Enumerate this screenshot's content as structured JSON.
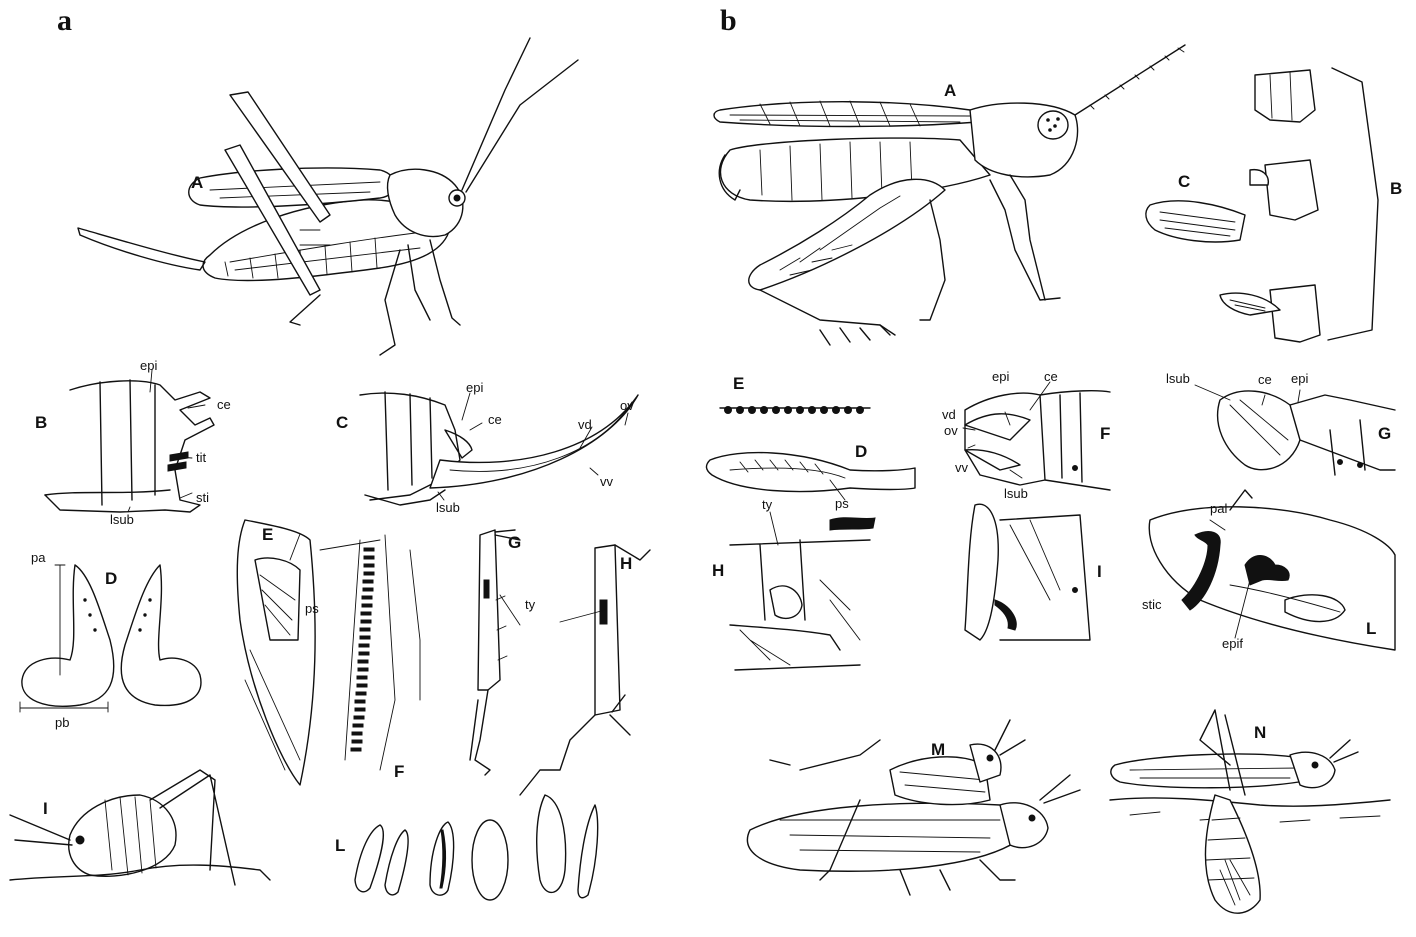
{
  "panel_a": {
    "letter": "a",
    "figures": {
      "A": "A",
      "B": "B",
      "C": "C",
      "D": "D",
      "E": "E",
      "F": "F",
      "G": "G",
      "H": "H",
      "I": "I",
      "L": "L"
    },
    "labels": {
      "B_epi": "epi",
      "B_ce": "ce",
      "B_tit": "tit",
      "B_sti": "sti",
      "B_lsub": "lsub",
      "C_epi": "epi",
      "C_ce": "ce",
      "C_vd": "vd",
      "C_ov": "ov",
      "C_vv": "vv",
      "C_lsub": "lsub",
      "D_pa": "pa",
      "D_pb": "pb",
      "E_ps": "ps",
      "GH_ty": "ty"
    }
  },
  "panel_b": {
    "letter": "b",
    "figures": {
      "A": "A",
      "B": "B",
      "C": "C",
      "D": "D",
      "E": "E",
      "F": "F",
      "G": "G",
      "H": "H",
      "I": "I",
      "L": "L",
      "M": "M",
      "N": "N"
    },
    "labels": {
      "D_ps": "ps",
      "F_epi": "epi",
      "F_ce": "ce",
      "F_vd": "vd",
      "F_ov": "ov",
      "F_vv": "vv",
      "F_lsub": "lsub",
      "G_lsub": "lsub",
      "G_ce": "ce",
      "G_epi": "epi",
      "H_ty": "ty",
      "L_pal": "pal",
      "L_stic": "stic",
      "L_epif": "epif"
    }
  }
}
